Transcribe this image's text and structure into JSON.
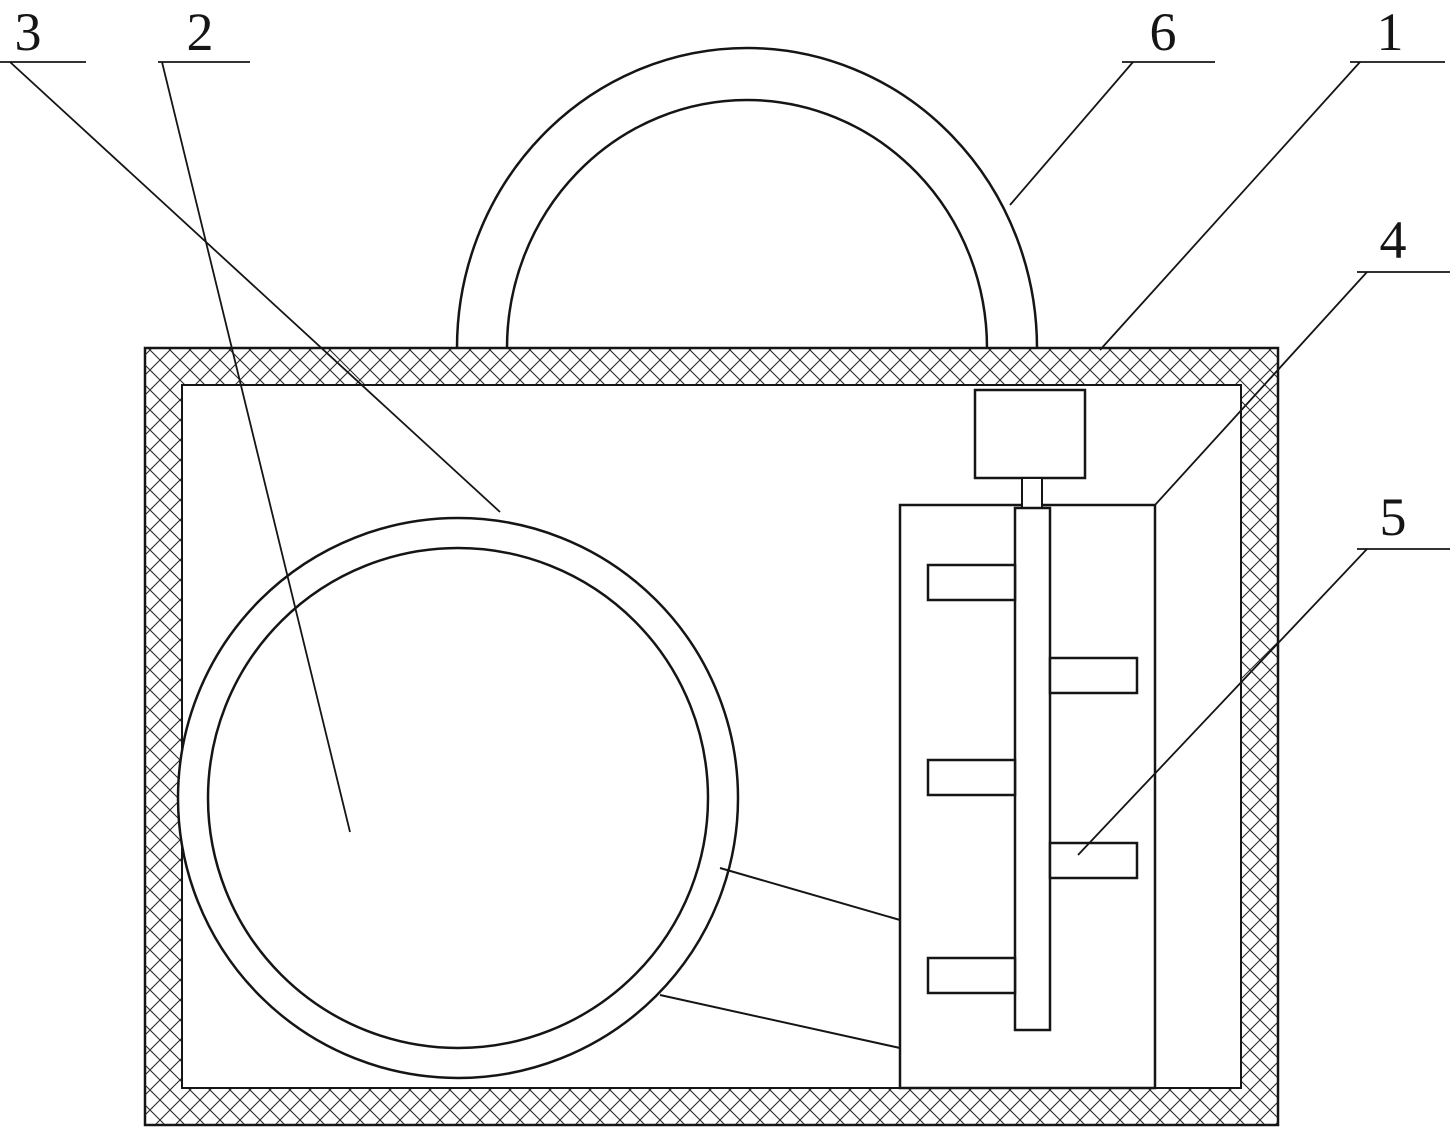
{
  "figure": {
    "type": "patent-line-drawing",
    "description_visible_text_only": true,
    "labels": [
      {
        "ref": "3"
      },
      {
        "ref": "2"
      },
      {
        "ref": "6"
      },
      {
        "ref": "1"
      },
      {
        "ref": "4"
      },
      {
        "ref": "5"
      }
    ]
  },
  "colors": {
    "line": "#151515",
    "background": "#ffffff"
  }
}
